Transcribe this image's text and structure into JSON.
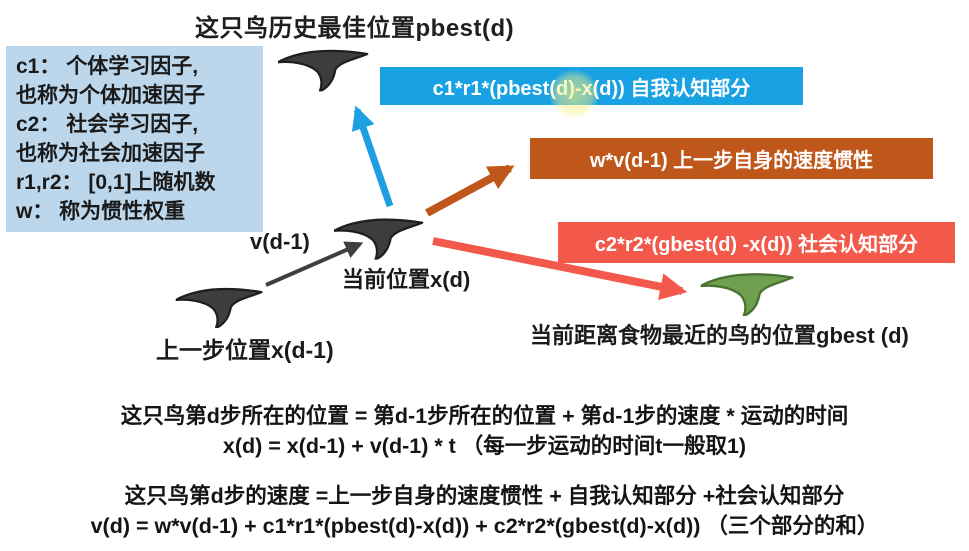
{
  "title": "这只鸟历史最佳位置pbest(d)",
  "legend_box": {
    "lines": [
      "c1：  个体学习因子,",
      "也称为个体加速因子",
      "c2： 社会学习因子,",
      "也称为社会加速因子",
      "r1,r2： [0,1]上随机数",
      "w： 称为惯性权重"
    ]
  },
  "diagram": {
    "cognitive_label": "c1*r1*(pbest(d)-x(d))  自我认知部分",
    "inertia_label": "w*v(d-1)  上一步自身的速度惯性",
    "social_label": "c2*r2*(gbest(d) -x(d))  社会认知部分",
    "velocity_label": "v(d-1)",
    "current_position_label": "当前位置x(d)",
    "previous_position_label": "上一步位置x(d-1)",
    "gbest_label": "当前距离食物最近的鸟的位置gbest (d)"
  },
  "equations": {
    "position_text": "这只鸟第d步所在的位置 = 第d-1步所在的位置 + 第d-1步的速度 * 运动的时间",
    "position_formula": "x(d) = x(d-1) + v(d-1)  * t   （每一步运动的时间t一般取1)",
    "velocity_text": "这只鸟第d步的速度 =上一步自身的速度惯性 + 自我认知部分 +社会认知部分",
    "velocity_formula": "v(d) = w*v(d-1)  + c1*r1*(pbest(d)-x(d))  + c2*r2*(gbest(d)-x(d))   （三个部分的和）"
  },
  "colors": {
    "cognitive_box": "#18A2E4",
    "inertia_box": "#C0571A",
    "social_box": "#F2594B",
    "legend_box": "#BCD6EB",
    "bird_dark": "#3D3D3D",
    "bird_green": "#6FA050",
    "highlight_yellow": "#F6EE80",
    "arrow_blue": "#1E9FE2",
    "arrow_orange": "#C0571A",
    "arrow_red": "#F2594B",
    "arrow_black": "#3F3F3F"
  }
}
